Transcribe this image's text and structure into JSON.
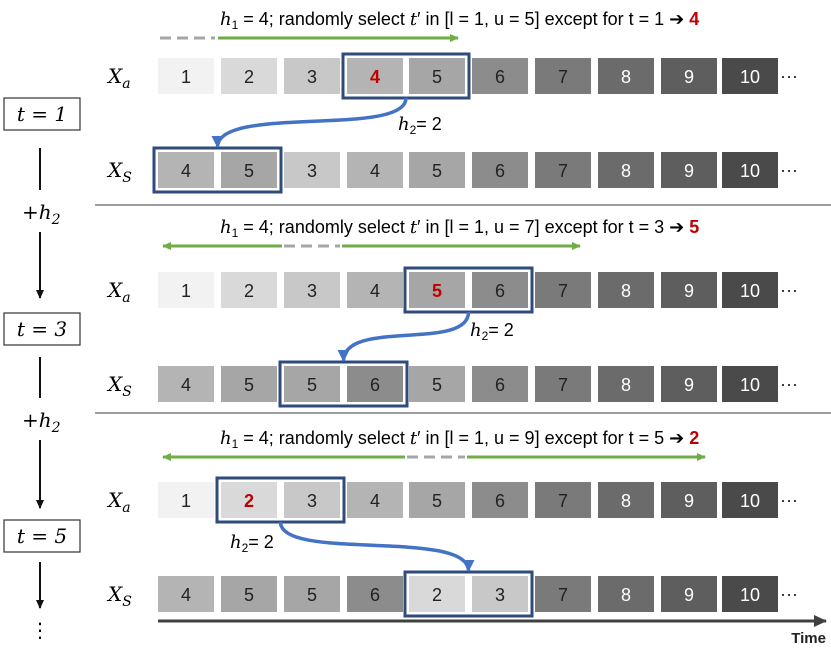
{
  "timeline": {
    "steps": [
      "t = 1",
      "t = 3",
      "t = 5"
    ],
    "increments": [
      "+h2",
      "+h2"
    ],
    "dots": "⋮"
  },
  "axis_label": "Time",
  "ellipsis": "···",
  "row_labels": {
    "xa": "X_a",
    "xs": "X_S"
  },
  "colors": {
    "green": "#70ad47",
    "blue": "#4472c4",
    "frame": "#2f4b7c",
    "red": "#c00000",
    "dash": "#a6a6a6",
    "axis": "#404040"
  },
  "sections": [
    {
      "header": {
        "h1": "= 4; randomly select",
        "range": "in [l = 1, u = 5] except for t = 1",
        "result": "4"
      },
      "xa": {
        "values": [
          "1",
          "2",
          "3",
          "4",
          "5",
          "6",
          "7",
          "8",
          "9",
          "10"
        ],
        "shades": [
          1,
          2,
          3,
          4,
          5,
          6,
          7,
          8,
          9,
          10
        ],
        "highlight": [
          3,
          4
        ],
        "red_index": 3
      },
      "xs": {
        "values": [
          "4",
          "5",
          "3",
          "4",
          "5",
          "6",
          "7",
          "8",
          "9",
          "10"
        ],
        "shades": [
          4,
          5,
          3,
          4,
          5,
          6,
          7,
          8,
          9,
          10
        ],
        "highlight": [
          0,
          1
        ],
        "red_index": null
      },
      "h2_label": "= 2"
    },
    {
      "header": {
        "h1": "= 4; randomly select",
        "range": "in [l = 1, u = 7] except for t = 3",
        "result": "5"
      },
      "xa": {
        "values": [
          "1",
          "2",
          "3",
          "4",
          "5",
          "6",
          "7",
          "8",
          "9",
          "10"
        ],
        "shades": [
          1,
          2,
          3,
          4,
          5,
          6,
          7,
          8,
          9,
          10
        ],
        "highlight": [
          4,
          5
        ],
        "red_index": 4
      },
      "xs": {
        "values": [
          "4",
          "5",
          "5",
          "6",
          "5",
          "6",
          "7",
          "8",
          "9",
          "10"
        ],
        "shades": [
          4,
          5,
          5,
          6,
          5,
          6,
          7,
          8,
          9,
          10
        ],
        "highlight": [
          2,
          3
        ],
        "red_index": null
      },
      "h2_label": "= 2"
    },
    {
      "header": {
        "h1": "= 4; randomly select",
        "range": "in [l = 1, u = 9] except for t = 5",
        "result": "2"
      },
      "xa": {
        "values": [
          "1",
          "2",
          "3",
          "4",
          "5",
          "6",
          "7",
          "8",
          "9",
          "10"
        ],
        "shades": [
          1,
          2,
          3,
          4,
          5,
          6,
          7,
          8,
          9,
          10
        ],
        "highlight": [
          1,
          2
        ],
        "red_index": 1
      },
      "xs": {
        "values": [
          "4",
          "5",
          "5",
          "6",
          "2",
          "3",
          "7",
          "8",
          "9",
          "10"
        ],
        "shades": [
          4,
          5,
          5,
          6,
          2,
          3,
          7,
          8,
          9,
          10
        ],
        "highlight": [
          4,
          5
        ],
        "red_index": null
      },
      "h2_label": "= 2"
    }
  ]
}
